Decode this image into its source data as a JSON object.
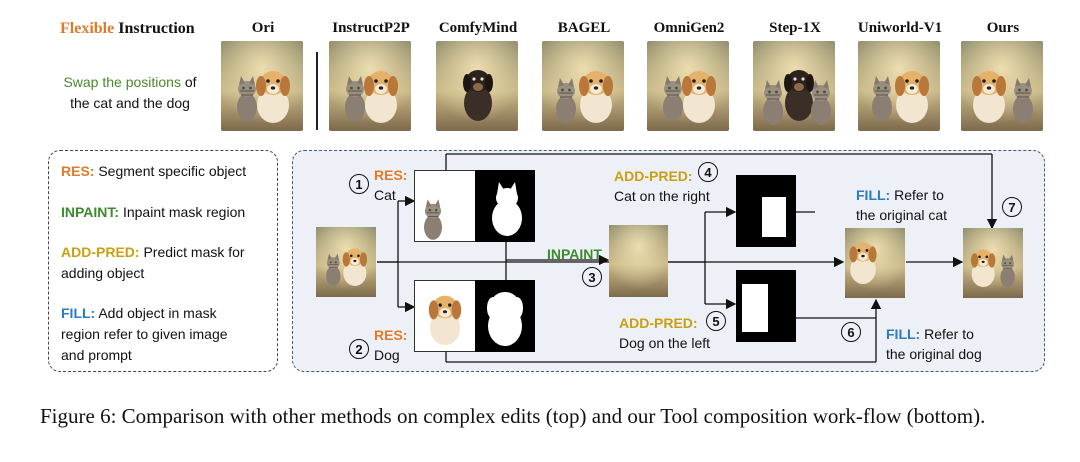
{
  "header": {
    "flexible_word": "Flexible",
    "instruction_word": "Instruction",
    "instruction_text_green": "Swap the positions",
    "instruction_text_rest_1": "of",
    "instruction_text_rest_2": "the cat and the dog"
  },
  "methods": [
    "Ori",
    "InstructP2P",
    "ComfyMind",
    "BAGEL",
    "OmniGen2",
    "Step-1X",
    "Uniworld-V1",
    "Ours"
  ],
  "legend": {
    "res_tag": "RES:",
    "res_desc": "Segment specific object",
    "inpaint_tag": "INPAINT:",
    "inpaint_desc": "Inpaint mask region",
    "addpred_tag": "ADD-PRED:",
    "addpred_desc_1": "Predict mask for",
    "addpred_desc_2": "adding object",
    "fill_tag": "FILL:",
    "fill_desc_1": "Add object in mask",
    "fill_desc_2": "region refer to given image",
    "fill_desc_3": "and prompt"
  },
  "workflow": {
    "step1_num": "1",
    "step1_tag": "RES:",
    "step1_text": "Cat",
    "step2_num": "2",
    "step2_tag": "RES:",
    "step2_text": "Dog",
    "step3_num": "3",
    "step3_tag": "INPAINT",
    "step4_num": "4",
    "step4_tag": "ADD-PRED:",
    "step4_text": "Cat on the right",
    "step5_num": "5",
    "step5_tag": "ADD-PRED:",
    "step5_text": "Dog on the left",
    "step6_num": "6",
    "step6_tag": "FILL:",
    "step6_text_1": "Refer to",
    "step6_text_2": "the original dog",
    "step7_num": "7",
    "step7_tag": "FILL:",
    "step7_text_1": "Refer to",
    "step7_text_2": "the original cat"
  },
  "caption": {
    "line": "Figure 6: Comparison with other methods on complex edits (top) and our Tool composition work-flow (bottom)."
  },
  "colors": {
    "res": "#e07b2a",
    "inpaint": "#3d8a2e",
    "addpred": "#c8a012",
    "fill": "#2a7bbf"
  }
}
